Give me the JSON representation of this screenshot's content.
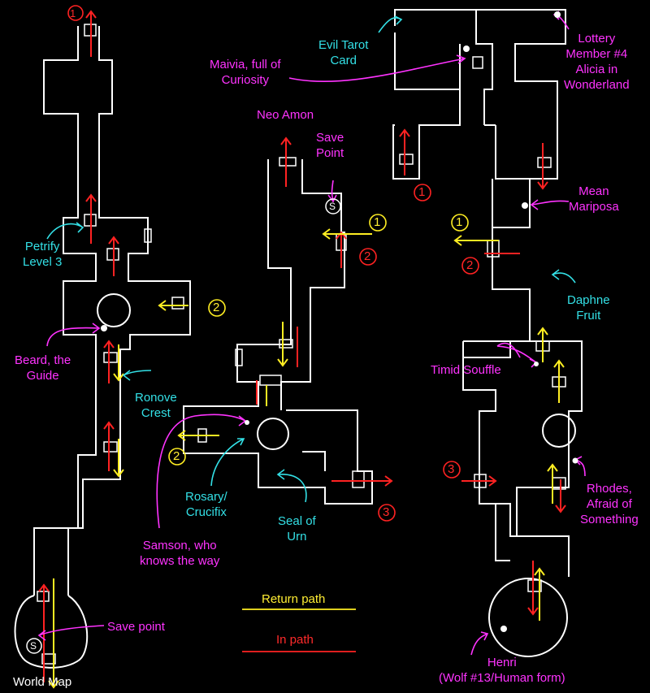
{
  "labels": {
    "evil_tarot": "Evil Tarot\nCard",
    "lottery": "Lottery\nMember #4\nAlicia in\nWonderland",
    "maivia": "Maivia, full of\nCuriosity",
    "neo_amon": "Neo Amon",
    "save_point_top": "Save\nPoint",
    "mean_mariposa": "Mean\nMariposa",
    "petrify": "Petrify\nLevel 3",
    "daphne": "Daphne\nFruit",
    "beard": "Beard, the\nGuide",
    "timid": "Timid Souffle",
    "ronove": "Ronove\nCrest",
    "rosary": "Rosary/\nCrucifix",
    "seal": "Seal of\nUrn",
    "samson": "Samson, who\nknows the way",
    "rhodes": "Rhodes,\nAfraid of\nSomething",
    "save_point_bottom": "Save point",
    "henri": "Henri\n(Wolf #13/Human form)",
    "world_map": "World Map",
    "save_marker": "S"
  },
  "legend": {
    "return_path": "Return path",
    "in_path": "In path",
    "return_color": "#ffee22",
    "in_color": "#ff2222"
  },
  "markers": {
    "one": "1",
    "two": "2",
    "three": "3"
  },
  "colors": {
    "background": "#000000",
    "walls": "#ffffff",
    "item_label": "#ff33ff",
    "treasure_label": "#33e0e6"
  }
}
